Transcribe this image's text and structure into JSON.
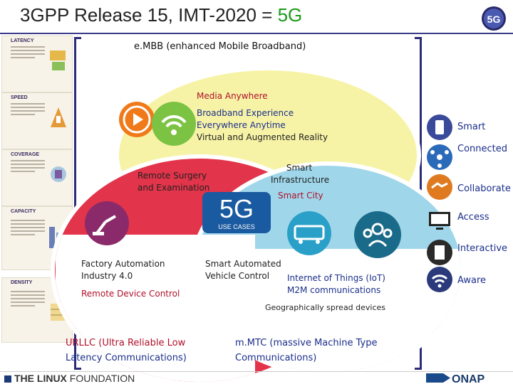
{
  "header": {
    "title_prefix": "3GPP Release 15, IMT-2020 = ",
    "title_accent": "5G",
    "badge_text": "5G"
  },
  "sidebar": {
    "items": [
      {
        "label": "LATENCY",
        "icon": "latency-illustration"
      },
      {
        "label": "SPEED",
        "icon": "speed-illustration"
      },
      {
        "label": "COVERAGE",
        "icon": "coverage-illustration"
      },
      {
        "label": "CAPACITY",
        "icon": "capacity-illustration"
      },
      {
        "label": "DENSITY",
        "icon": "density-illustration"
      }
    ]
  },
  "diagram": {
    "embb": "e.MBB (enhanced Mobile Broadband)",
    "media_anywhere": "Media Anywhere",
    "broadband_line1": "Broadband Experience",
    "broadband_line2": "Everywhere Anytime",
    "vr_ar": "Virtual and Augmented Reality",
    "remote_surgery_line1": "Remote Surgery",
    "remote_surgery_line2": "and Examination",
    "smart_infra_line1": "Smart",
    "smart_infra_line2": "Infrastructure",
    "smart_city": "Smart City",
    "center_logo": "5G",
    "center_sub": "USE CASES",
    "factory_line1": "Factory Automation",
    "factory_line2": "Industry 4.0",
    "smart_auto_line1": "Smart Automated",
    "smart_auto_line2": "Vehicle Control",
    "iot_line1": "Internet of Things (IoT)",
    "iot_line2": "M2M communications",
    "remote_device": "Remote Device Control",
    "geo_devices": "Geographically spread devices",
    "urllc_line1": "URLLC (Ultra Reliable Low",
    "urllc_line2": "Latency Communications)",
    "mmtc_line1": "m.MTC (massive Machine Type",
    "mmtc_line2": "Communications)",
    "colors": {
      "yellow_circle": "#f7f3a6",
      "red_circle": "#e2344a",
      "blue_circle": "#9fd6ea",
      "red_text": "#b0102a",
      "blue_text": "#1a2e8a",
      "bracket": "#2b2b7a"
    }
  },
  "right_list": [
    {
      "label": "Smart",
      "icon": "smartphone-icon"
    },
    {
      "label": "Connected",
      "icon": "network-icon"
    },
    {
      "label": "Collaborate",
      "icon": "handshake-icon"
    },
    {
      "label": "Access",
      "icon": "devices-icon"
    },
    {
      "label": "Interactive",
      "icon": "touch-icon"
    },
    {
      "label": "Aware",
      "icon": "wifi-icon"
    }
  ],
  "footer": {
    "left_bold": "THE LINUX",
    "left_regular": " FOUNDATION",
    "right_logo": "ONAP"
  }
}
